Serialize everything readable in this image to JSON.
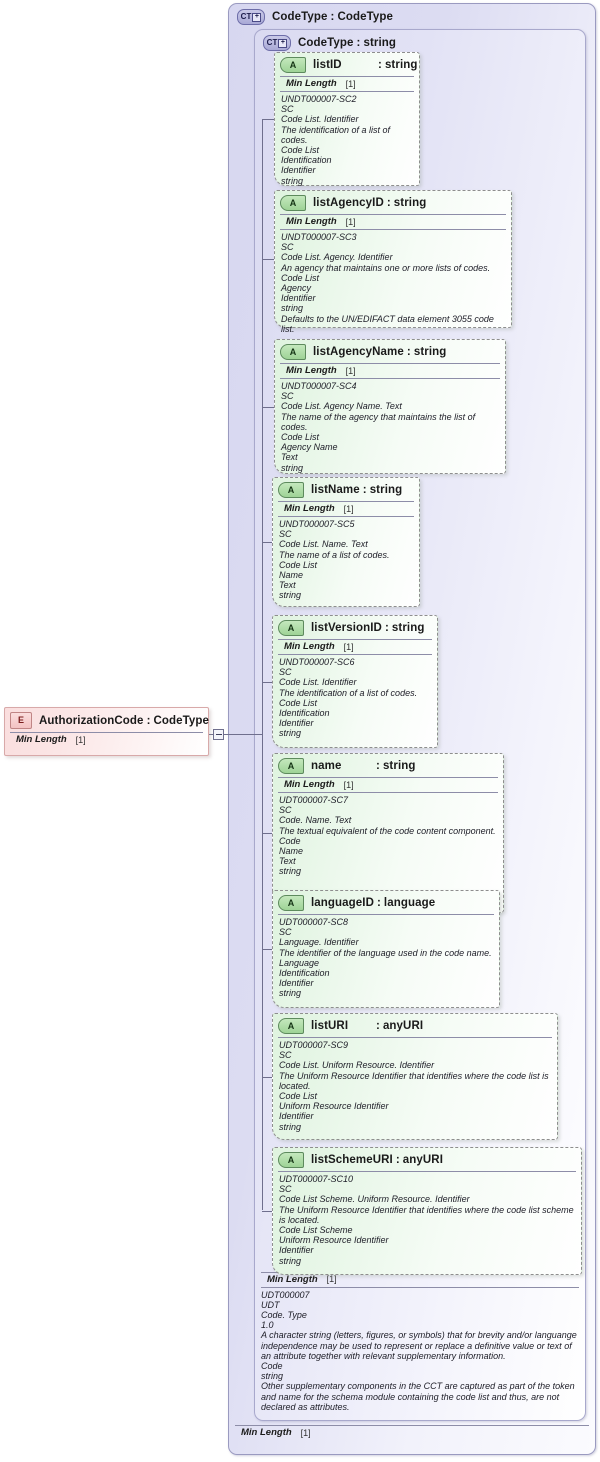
{
  "diagram": {
    "title": "XSD schema diagram — AuthorizationCode : CodeType",
    "facet_label": "Min Length",
    "facet_value": "[1]"
  },
  "element": {
    "icon": "element-icon",
    "icon_text": "E",
    "name": "AuthorizationCode",
    "separator": ":",
    "type": "CodeType",
    "facet_label": "Min Length",
    "facet_value": "[1]"
  },
  "outer_type": {
    "icon": "complextype-icon",
    "icon_text": "CT",
    "icon_plus": "+",
    "name": "CodeType",
    "separator": ":",
    "type": "CodeType",
    "facet_label": "Min Length",
    "facet_value": "[1]"
  },
  "inner_type": {
    "icon": "complextype-icon",
    "icon_text": "CT",
    "icon_plus": "+",
    "name": "CodeType",
    "separator": ":",
    "type": "string",
    "facet_label": "Min Length",
    "facet_value": "[1]",
    "doc": [
      "UDT000007",
      "UDT",
      "Code. Type",
      "1.0",
      "A character string (letters, figures, or symbols) that for brevity and/or languange independence may be used to represent or replace a definitive value or text of an attribute together with relevant supplementary information.",
      "Code",
      "string",
      "Other supplementary components in the CCT are captured as part of the token and name for the schema module containing the code list and thus, are not declared as attributes."
    ]
  },
  "attributes": [
    {
      "icon": "attribute-icon",
      "icon_text": "A",
      "name": "listID",
      "separator": ":",
      "type": "string",
      "pad_name": true,
      "facet_label": "Min Length",
      "facet_value": "[1]",
      "doc": [
        "UNDT000007-SC2",
        "SC",
        "Code List. Identifier",
        "The identification of a list of codes.",
        "Code List",
        "Identification",
        "Identifier",
        "string"
      ]
    },
    {
      "icon": "attribute-icon",
      "icon_text": "A",
      "name": "listAgencyID",
      "separator": ":",
      "type": "string",
      "facet_label": "Min Length",
      "facet_value": "[1]",
      "doc": [
        "UNDT000007-SC3",
        "SC",
        "Code List. Agency. Identifier",
        "An agency that maintains one or more lists of codes.",
        "Code List",
        "Agency",
        "Identifier",
        "string",
        "Defaults to the UN/EDIFACT data element 3055 code list."
      ]
    },
    {
      "icon": "attribute-icon",
      "icon_text": "A",
      "name": "listAgencyName",
      "separator": ":",
      "type": "string",
      "facet_label": "Min Length",
      "facet_value": "[1]",
      "doc": [
        "UNDT000007-SC4",
        "SC",
        "Code List. Agency Name. Text",
        "The name of the agency that maintains the list of codes.",
        "Code List",
        "Agency Name",
        "Text",
        "string"
      ]
    },
    {
      "icon": "attribute-icon",
      "icon_text": "A",
      "name": "listName",
      "separator": ":",
      "type": "string",
      "facet_label": "Min Length",
      "facet_value": "[1]",
      "doc": [
        "UNDT000007-SC5",
        "SC",
        "Code List. Name. Text",
        "The name of a list of codes.",
        "Code List",
        "Name",
        "Text",
        "string"
      ]
    },
    {
      "icon": "attribute-icon",
      "icon_text": "A",
      "name": "listVersionID",
      "separator": ":",
      "type": "string",
      "facet_label": "Min Length",
      "facet_value": "[1]",
      "doc": [
        "UNDT000007-SC6",
        "SC",
        "Code List. Identifier",
        "The identification of a list of codes.",
        "Code List",
        "Identification",
        "Identifier",
        "string"
      ]
    },
    {
      "icon": "attribute-icon",
      "icon_text": "A",
      "name": "name",
      "separator": ":",
      "type": "string",
      "pad_name": true,
      "facet_label": "Min Length",
      "facet_value": "[1]",
      "doc": [
        "UDT000007-SC7",
        "SC",
        "Code. Name. Text",
        "The textual equivalent of the code content component.",
        "Code",
        "Name",
        "Text",
        "string"
      ]
    },
    {
      "icon": "attribute-icon",
      "icon_text": "A",
      "name": "languageID",
      "separator": ":",
      "type": "language",
      "facet_label": "",
      "facet_value": "",
      "doc": [
        "UDT000007-SC8",
        "SC",
        "Language. Identifier",
        "The identifier of the language used in the code name.",
        "Language",
        "Identification",
        "Identifier",
        "string"
      ]
    },
    {
      "icon": "attribute-icon",
      "icon_text": "A",
      "name": "listURI",
      "separator": ":",
      "type": "anyURI",
      "pad_name": true,
      "facet_label": "",
      "facet_value": "",
      "doc": [
        "UDT000007-SC9",
        "SC",
        "Code List. Uniform Resource. Identifier",
        "The Uniform Resource Identifier that identifies where the code list is located.",
        "Code List",
        "Uniform Resource Identifier",
        "Identifier",
        "string"
      ]
    },
    {
      "icon": "attribute-icon",
      "icon_text": "A",
      "name": "listSchemeURI",
      "separator": ":",
      "type": "anyURI",
      "facet_label": "",
      "facet_value": "",
      "doc": [
        "UDT000007-SC10",
        "SC",
        "Code List Scheme. Uniform Resource. Identifier",
        "The Uniform Resource Identifier that identifies where the code list scheme is located.",
        "Code List Scheme",
        "Uniform Resource Identifier",
        "Identifier",
        "string"
      ]
    }
  ]
}
